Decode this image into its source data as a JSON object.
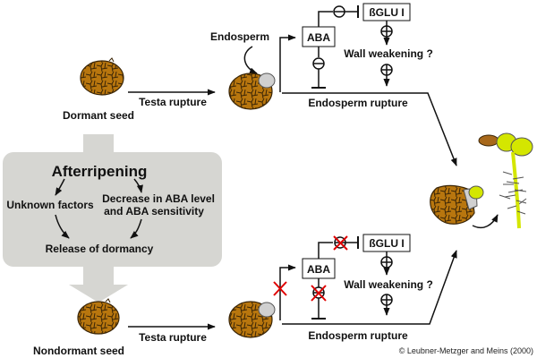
{
  "colors": {
    "seed_fill": "#b8760e",
    "seed_crack": "#3a2506",
    "endosperm_gray": "#d0d0d0",
    "panel_gray": "#d6d6d2",
    "seedling_green": "#d4e600",
    "block_red": "#e00000",
    "line": "#111111"
  },
  "top_path": {
    "seed_label": "Dormant seed",
    "testa_label": "Testa rupture",
    "endosperm_pointer_label": "Endosperm",
    "aba_box": "ABA",
    "bglu_box": "ßGLU I",
    "wall_label": "Wall weakening ?",
    "endosperm_rupture_label": "Endosperm rupture"
  },
  "afterripening": {
    "title": "Afterripening",
    "left_factor": "Unknown factors",
    "right_factor_line1": "Decrease in ABA level",
    "right_factor_line2": "and ABA sensitivity",
    "result": "Release of dormancy"
  },
  "bottom_path": {
    "seed_label": "Nondormant seed",
    "testa_label": "Testa rupture",
    "aba_box": "ABA",
    "bglu_box": "ßGLU I",
    "wall_label": "Wall weakening ?",
    "endosperm_rupture_label": "Endosperm rupture"
  },
  "copyright": "© Leubner-Metzger and Meins (2000)"
}
